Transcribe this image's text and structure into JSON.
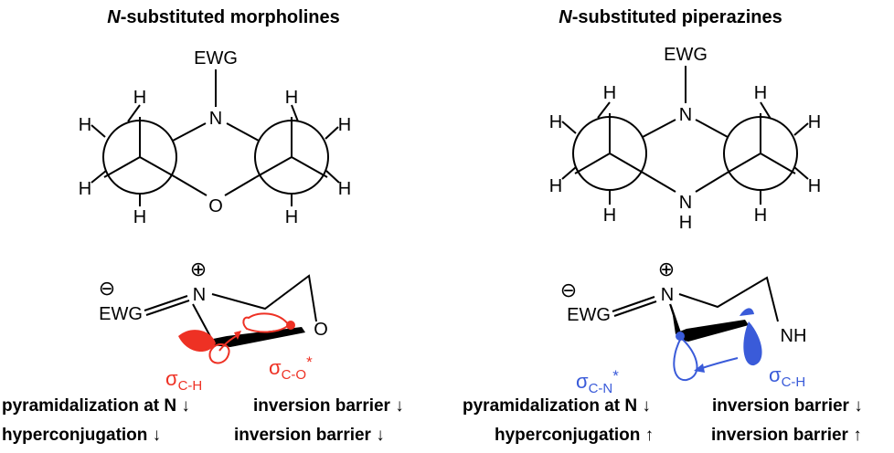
{
  "left": {
    "title_prefix": "N",
    "title_rest": "-substituted morpholines",
    "ewg": "EWG",
    "atom_n": "N",
    "atom_o": "O",
    "h": "H",
    "sigma_label": "σ",
    "sigma_sub_1": "C-H",
    "sigma_sub_2": "C-O",
    "star": "*",
    "minus": "⊖",
    "plus": "⊕",
    "lower_ewg": "EWG",
    "lower_n": "N",
    "lower_o": "O",
    "stat_1": "pyramidalization at N ↓",
    "stat_2": "inversion barrier ↓",
    "stat_3": "hyperconjugation ↓",
    "stat_4": "inversion barrier ↓",
    "accent": "#ee3124"
  },
  "right": {
    "title_prefix": "N",
    "title_rest": "-substituted piperazines",
    "ewg": "EWG",
    "atom_n": "N",
    "atom_nh": "N",
    "h": "H",
    "sigma_label": "σ",
    "sigma_sub_1": "C-N",
    "sigma_sub_2": "C-H",
    "star": "*",
    "minus": "⊖",
    "plus": "⊕",
    "lower_ewg": "EWG",
    "lower_n": "N",
    "lower_nh": "NH",
    "stat_1": "pyramidalization at N ↓",
    "stat_2": "inversion barrier ↓",
    "stat_3": "hyperconjugation ↑",
    "stat_4": "inversion barrier ↑",
    "accent": "#3a5bd9"
  }
}
